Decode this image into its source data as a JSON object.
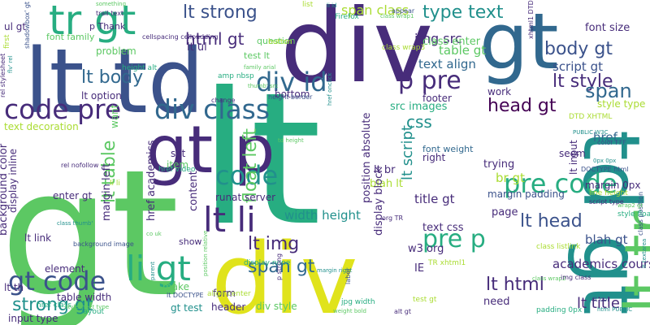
{
  "words": [
    {
      "text": "gt",
      "color": "#5cc863"
    },
    {
      "text": "lt",
      "color": "#27ad81"
    },
    {
      "text": "div",
      "color": "#e0e31c"
    },
    {
      "text": "div",
      "color": "#472c7a"
    },
    {
      "text": "lt td",
      "color": "#3b528b"
    },
    {
      "text": "gt",
      "color": "#31688e"
    },
    {
      "text": "td gt",
      "color": "#21908c"
    },
    {
      "text": "lt tr",
      "color": "#5cc863"
    },
    {
      "text": "tr gt",
      "color": "#27ad81"
    },
    {
      "text": "gt p",
      "color": "#472c7a"
    },
    {
      "text": "code pre",
      "color": "#472c7a"
    },
    {
      "text": "div class",
      "color": "#31688e"
    },
    {
      "text": "div id",
      "color": "#31688e"
    },
    {
      "text": "p pre",
      "color": "#472c7a"
    },
    {
      "text": "code",
      "color": "#21908c"
    },
    {
      "text": "lt li",
      "color": "#472c7a"
    },
    {
      "text": "lt img",
      "color": "#472c7a"
    },
    {
      "text": "span gt",
      "color": "#31688e"
    },
    {
      "text": "li gt",
      "color": "#27ad81"
    },
    {
      "text": "gt code",
      "color": "#3b528b"
    },
    {
      "text": "strong gt",
      "color": "#21908c"
    },
    {
      "text": "lt body",
      "color": "#31688e"
    },
    {
      "text": "lt strong",
      "color": "#3b528b"
    },
    {
      "text": "html gt",
      "color": "#472c7a"
    },
    {
      "text": "lt table",
      "color": "#5cc863"
    },
    {
      "text": "float left",
      "color": "#5cc863"
    },
    {
      "text": "type text",
      "color": "#21908c"
    },
    {
      "text": "img src",
      "color": "#472c7a"
    },
    {
      "text": "span class",
      "color": "#aadc32"
    },
    {
      "text": "lt style",
      "color": "#472c7a"
    },
    {
      "text": "body gt",
      "color": "#3b528b"
    },
    {
      "text": "font size",
      "color": "#472c7a"
    },
    {
      "text": "script gt",
      "color": "#3b528b"
    },
    {
      "text": "span",
      "color": "#31688e"
    },
    {
      "text": "pre code",
      "color": "#27ad81"
    },
    {
      "text": "head gt",
      "color": "#440154"
    },
    {
      "text": "css",
      "color": "#21908c"
    },
    {
      "text": "lt script",
      "color": "#21908c"
    },
    {
      "text": "pre p",
      "color": "#27ad81"
    },
    {
      "text": "lt html",
      "color": "#472c7a"
    },
    {
      "text": "lt head",
      "color": "#3b528b"
    },
    {
      "text": "lt title",
      "color": "#472c7a"
    },
    {
      "text": "text align",
      "color": "#31688e"
    },
    {
      "text": "table gt",
      "color": "#5cc863"
    },
    {
      "text": "class enter",
      "color": "#5cc863"
    },
    {
      "text": "src images",
      "color": "#27ad81"
    },
    {
      "text": "width height",
      "color": "#21908c"
    },
    {
      "text": "title gt",
      "color": "#472c7a"
    },
    {
      "text": "br gt",
      "color": "#aadc32"
    },
    {
      "text": "blah gt",
      "color": "#3b528b"
    },
    {
      "text": "href",
      "color": "#31688e"
    },
    {
      "text": "font weight",
      "color": "#31688e"
    },
    {
      "text": "margin padding",
      "color": "#3b528b"
    },
    {
      "text": "page",
      "color": "#472c7a"
    },
    {
      "text": "lt br",
      "color": "#472c7a"
    },
    {
      "text": "blah lt",
      "color": "#aadc32"
    },
    {
      "text": "right",
      "color": "#472c7a"
    },
    {
      "text": "trying",
      "color": "#472c7a"
    },
    {
      "text": "text css",
      "color": "#472c7a"
    },
    {
      "text": "IE",
      "color": "#472c7a"
    },
    {
      "text": "need",
      "color": "#472c7a"
    },
    {
      "text": "academics courses",
      "color": "#472c7a"
    },
    {
      "text": "w3 org",
      "color": "#472c7a"
    },
    {
      "text": "display block",
      "color": "#472c7a"
    },
    {
      "text": "position absolute",
      "color": "#472c7a"
    },
    {
      "text": "margin left",
      "color": "#472c7a"
    },
    {
      "text": "href academics",
      "color": "#472c7a"
    },
    {
      "text": "content",
      "color": "#472c7a"
    },
    {
      "text": "background color",
      "color": "#472c7a"
    },
    {
      "text": "display inline",
      "color": "#472c7a"
    },
    {
      "text": "lt link",
      "color": "#472c7a"
    },
    {
      "text": "lt th",
      "color": "#472c7a"
    },
    {
      "text": "element",
      "color": "#472c7a"
    },
    {
      "text": "table width",
      "color": "#472c7a"
    },
    {
      "text": "input type",
      "color": "#472c7a"
    },
    {
      "text": "enter gt",
      "color": "#472c7a"
    },
    {
      "text": "set",
      "color": "#472c7a"
    },
    {
      "text": "item",
      "color": "#5cc863"
    },
    {
      "text": "runat server",
      "color": "#472c7a"
    },
    {
      "text": "make",
      "color": "#5cc863"
    },
    {
      "text": "gt test",
      "color": "#21908c"
    },
    {
      "text": "header",
      "color": "#472c7a"
    },
    {
      "text": "div style",
      "color": "#5cc863"
    },
    {
      "text": "form",
      "color": "#472c7a"
    },
    {
      "text": "show",
      "color": "#472c7a"
    },
    {
      "text": "problem",
      "color": "#5cc863"
    },
    {
      "text": "font family",
      "color": "#5cc863"
    },
    {
      "text": "lt option",
      "color": "#472c7a"
    },
    {
      "text": "lt ul",
      "color": "#472c7a"
    },
    {
      "text": "question",
      "color": "#5cc863"
    },
    {
      "text": "test lt",
      "color": "#5cc863"
    },
    {
      "text": "bottom",
      "color": "#472c7a"
    },
    {
      "text": "ul gt",
      "color": "#472c7a"
    },
    {
      "text": "p Thank",
      "color": "#472c7a"
    },
    {
      "text": "text decoration",
      "color": "#aadc32"
    },
    {
      "text": "want",
      "color": "#5cc863"
    },
    {
      "text": "footer",
      "color": "#472c7a"
    },
    {
      "text": "work",
      "color": "#472c7a"
    },
    {
      "text": "seem",
      "color": "#472c7a"
    },
    {
      "text": "lt input",
      "color": "#472c7a"
    },
    {
      "text": "margin 0px",
      "color": "#472c7a"
    },
    {
      "text": "style type",
      "color": "#aadc32"
    }
  ],
  "small_words": [
    "something",
    "trail text",
    "list",
    "li id",
    "appear",
    "Firefox",
    "class wrap1",
    "cellspacing cellpadding",
    "class wrap3",
    "href onclick",
    "height border",
    "amp nbsp",
    "thumb' src",
    "xhtml1 DTD",
    "DTD XHTML",
    "PUBLIC W3C",
    "DOCTYPE html",
    "href video",
    "td height",
    "rel nofollow",
    "li li",
    "class thumb'",
    "background image",
    "href class",
    "co uk",
    "org TR",
    "TR xhtml1",
    "margin right",
    "label",
    "jpg width",
    "weight bold",
    "alt gt",
    "test gt",
    "html PUBLIC",
    "lt col",
    "padding 0px",
    "class wrap2",
    "img class",
    "class listlink",
    "lt textarea",
    "class position",
    "style float",
    "wrap2 gt",
    "script type",
    "line height",
    "0px 0px",
    "color FFF",
    "display none",
    "position relative",
    "p strong",
    "align center",
    "parent",
    "lt DOCTYPE",
    "layout",
    "stylesheet type",
    "rel stylesheet",
    "first",
    "flv' rel",
    "shadowbox' gt",
    "height alt",
    "family arial",
    "change",
    "button"
  ]
}
